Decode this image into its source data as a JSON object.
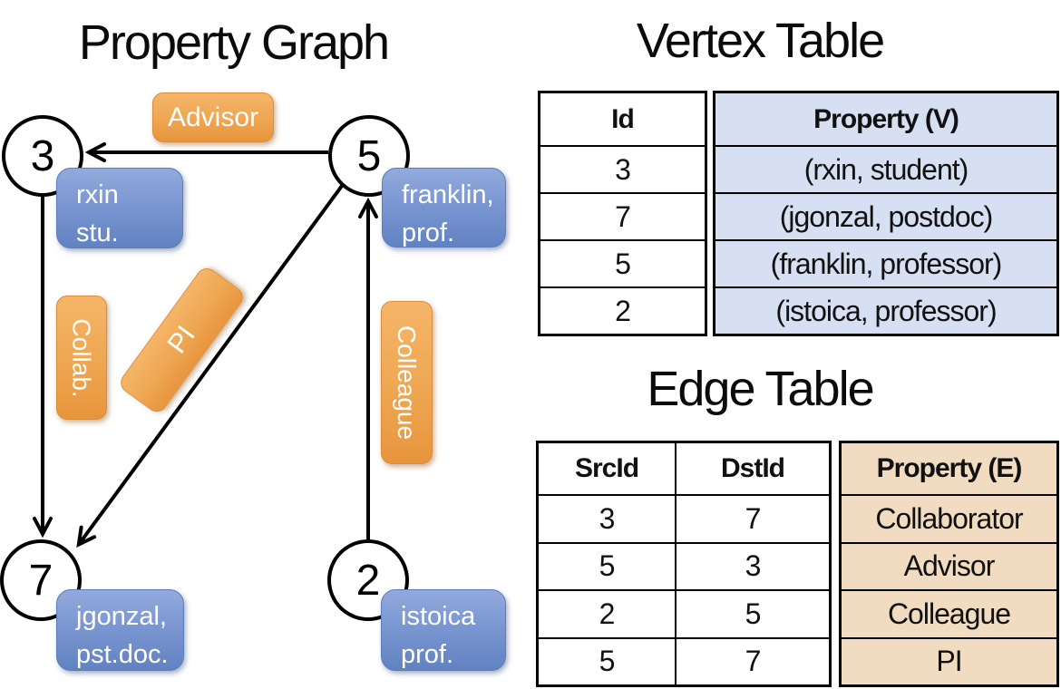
{
  "graph": {
    "title": "Property Graph",
    "nodes": [
      {
        "id": "3",
        "prop_line1": "rxin",
        "prop_line2": "stu."
      },
      {
        "id": "5",
        "prop_line1": "franklin,",
        "prop_line2": "prof."
      },
      {
        "id": "7",
        "prop_line1": "jgonzal,",
        "prop_line2": "pst.doc."
      },
      {
        "id": "2",
        "prop_line1": "istoica",
        "prop_line2": "prof."
      }
    ],
    "edge_labels": {
      "advisor": "Advisor",
      "collab": "Collab.",
      "pi": "PI",
      "colleague": "Colleague"
    }
  },
  "vertex_table": {
    "title": "Vertex Table",
    "headers": {
      "id": "Id",
      "property": "Property (V)"
    },
    "rows": [
      {
        "id": "3",
        "property": "(rxin, student)"
      },
      {
        "id": "7",
        "property": "(jgonzal, postdoc)"
      },
      {
        "id": "5",
        "property": "(franklin, professor)"
      },
      {
        "id": "2",
        "property": "(istoica, professor)"
      }
    ]
  },
  "edge_table": {
    "title": "Edge Table",
    "headers": {
      "src": "SrcId",
      "dst": "DstId",
      "property": "Property (E)"
    },
    "rows": [
      {
        "src": "3",
        "dst": "7",
        "property": "Collaborator"
      },
      {
        "src": "5",
        "dst": "3",
        "property": "Advisor"
      },
      {
        "src": "2",
        "dst": "5",
        "property": "Colleague"
      },
      {
        "src": "5",
        "dst": "7",
        "property": "PI"
      }
    ]
  },
  "colors": {
    "vertex_property_bg": "#d6e0f2",
    "edge_property_bg": "#f2dcc1",
    "blue_box": "#7b97d2",
    "orange_box": "#efa854",
    "line": "#000000"
  }
}
